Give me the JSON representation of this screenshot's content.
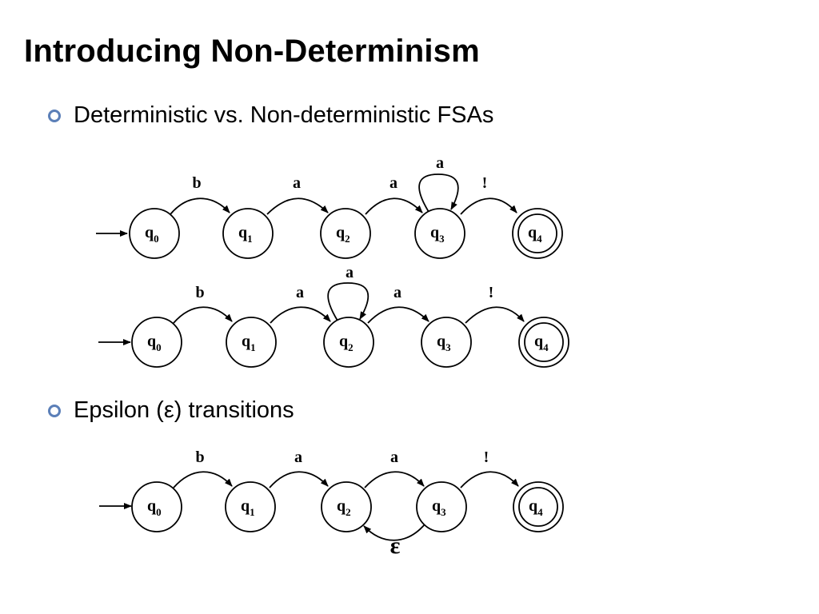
{
  "slide": {
    "title": "Introducing Non-Determinism",
    "bullets": [
      "Deterministic vs. Non-deterministic FSAs",
      "Epsilon (ε) transitions"
    ],
    "accent_color": "#5b7fb8"
  },
  "diagrams": [
    {
      "states": [
        {
          "letter": "q",
          "sub": "0",
          "accepting": false
        },
        {
          "letter": "q",
          "sub": "1",
          "accepting": false
        },
        {
          "letter": "q",
          "sub": "2",
          "accepting": false
        },
        {
          "letter": "q",
          "sub": "3",
          "accepting": false
        },
        {
          "letter": "q",
          "sub": "4",
          "accepting": true
        }
      ],
      "transitions": [
        {
          "from": "q0",
          "to": "q1",
          "label": "b"
        },
        {
          "from": "q1",
          "to": "q2",
          "label": "a"
        },
        {
          "from": "q2",
          "to": "q3",
          "label": "a"
        },
        {
          "from": "q3",
          "to": "q3",
          "label": "a"
        },
        {
          "from": "q3",
          "to": "q4",
          "label": "!"
        }
      ]
    },
    {
      "states": [
        {
          "letter": "q",
          "sub": "0",
          "accepting": false
        },
        {
          "letter": "q",
          "sub": "1",
          "accepting": false
        },
        {
          "letter": "q",
          "sub": "2",
          "accepting": false
        },
        {
          "letter": "q",
          "sub": "3",
          "accepting": false
        },
        {
          "letter": "q",
          "sub": "4",
          "accepting": true
        }
      ],
      "transitions": [
        {
          "from": "q0",
          "to": "q1",
          "label": "b"
        },
        {
          "from": "q1",
          "to": "q2",
          "label": "a"
        },
        {
          "from": "q2",
          "to": "q2",
          "label": "a"
        },
        {
          "from": "q2",
          "to": "q3",
          "label": "a"
        },
        {
          "from": "q3",
          "to": "q4",
          "label": "!"
        }
      ]
    },
    {
      "states": [
        {
          "letter": "q",
          "sub": "0",
          "accepting": false
        },
        {
          "letter": "q",
          "sub": "1",
          "accepting": false
        },
        {
          "letter": "q",
          "sub": "2",
          "accepting": false
        },
        {
          "letter": "q",
          "sub": "3",
          "accepting": false
        },
        {
          "letter": "q",
          "sub": "4",
          "accepting": true
        }
      ],
      "transitions": [
        {
          "from": "q0",
          "to": "q1",
          "label": "b"
        },
        {
          "from": "q1",
          "to": "q2",
          "label": "a"
        },
        {
          "from": "q2",
          "to": "q3",
          "label": "a"
        },
        {
          "from": "q3",
          "to": "q2",
          "label": "ε"
        },
        {
          "from": "q3",
          "to": "q4",
          "label": "!"
        }
      ]
    }
  ]
}
